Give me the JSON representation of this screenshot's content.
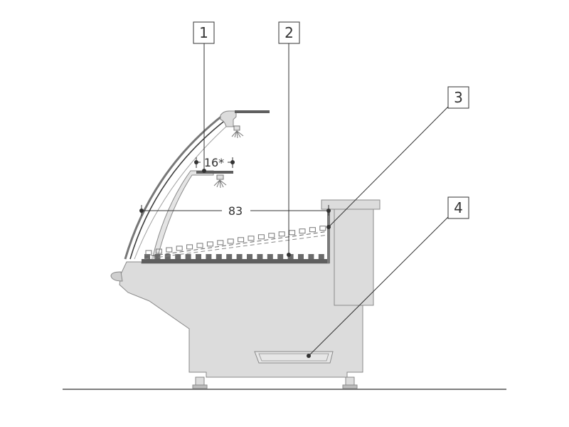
{
  "diagram": {
    "callouts": [
      {
        "label": "1"
      },
      {
        "label": "2"
      },
      {
        "label": "3"
      },
      {
        "label": "4"
      }
    ],
    "dimensions": {
      "depth_label": "83",
      "lamp_label": "16*"
    },
    "colors": {
      "body_fill": "#dcdcdc",
      "outline": "#7a7a7a",
      "shelf": "#5f5f5f",
      "leader": "#333333",
      "floor": "#555555"
    }
  }
}
